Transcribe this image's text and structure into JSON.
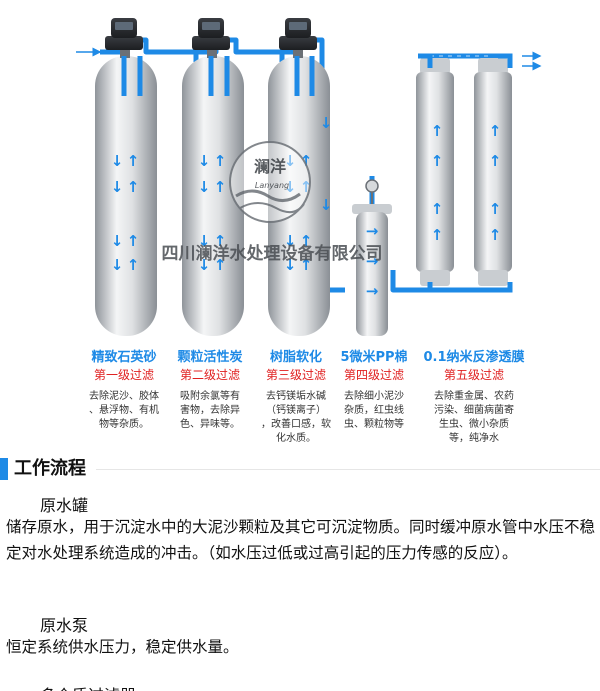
{
  "watermark": {
    "chinese": "澜洋",
    "latin": "Lanyang",
    "company": "四川澜洋水处理设备有限公司"
  },
  "stages": [
    {
      "title": "精致石英砂",
      "level": "第一级过滤",
      "desc": [
        "去除泥沙、胶体",
        "、悬浮物、有机",
        "物等杂质。"
      ]
    },
    {
      "title": "颗粒活性炭",
      "level": "第二级过滤",
      "desc": [
        "吸附余氯等有",
        "害物，去除异",
        "色、异味等。"
      ]
    },
    {
      "title": "树脂软化",
      "level": "第三级过滤",
      "desc": [
        "去钙镁垢水碱",
        "（钙镁离子）",
        "，改善口感，软",
        "化水质。"
      ]
    },
    {
      "title": "5微米PP棉",
      "level": "第四级过滤",
      "desc": [
        "去除细小泥沙",
        "杂质，红虫线",
        "虫、颗粒物等"
      ]
    },
    {
      "title": "0.1纳米反渗透膜",
      "level": "第五级过滤",
      "desc": [
        "去除重金属、农药",
        "污染、细菌病菌寄",
        "生虫、微小杂质",
        "等，纯净水"
      ]
    }
  ],
  "section": {
    "title": "工作流程"
  },
  "items": [
    {
      "title": "原水罐",
      "text": "储存原水，用于沉淀水中的大泥沙颗粒及其它可沉淀物质。同时缓冲原水管中水压不稳定对水处理系统造成的冲击。（如水压过低或过高引起的压力传感的反应）。"
    },
    {
      "title": "原水泵",
      "text": "恒定系统供水压力，稳定供水量。"
    },
    {
      "title": "多介质过滤器",
      "text": ""
    }
  ],
  "colors": {
    "pipe": "#1e8ae6",
    "arrow": "#1e8ae6",
    "stage_title": "#1e8ae6",
    "stage_level": "#e02020",
    "tank_dark": "#8f949a",
    "tank_light": "#f4f5f6"
  }
}
